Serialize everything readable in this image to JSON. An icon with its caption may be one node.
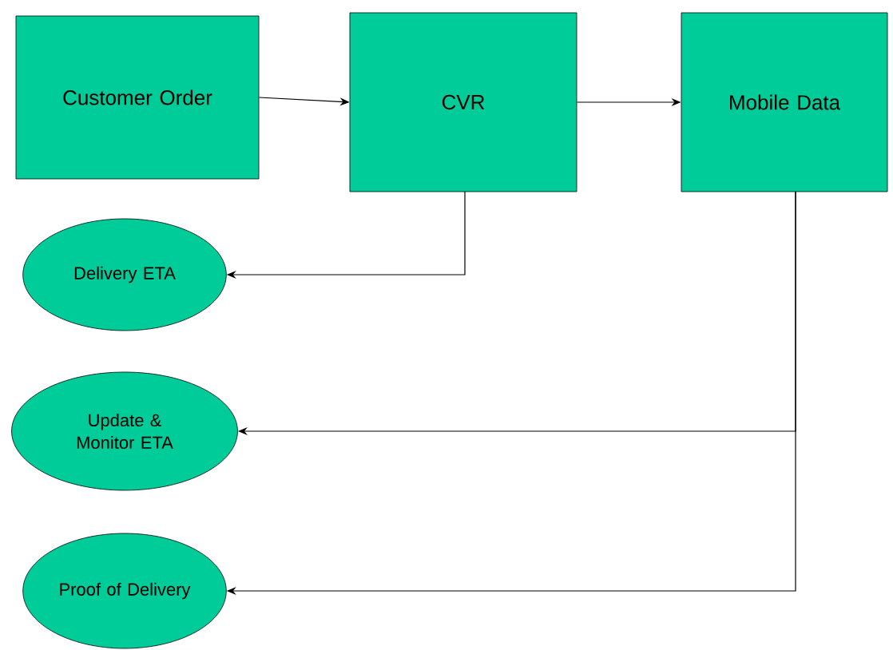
{
  "diagram": {
    "nodes": [
      {
        "text": [
          "Customer Order"
        ]
      },
      {
        "text": [
          "CVR"
        ]
      },
      {
        "text": [
          "Mobile Data"
        ]
      },
      {
        "text": [
          "Delivery ETA"
        ]
      },
      {
        "text": [
          "Update & Monitor ETA"
        ]
      },
      {
        "text": [
          "Proof of Delivery"
        ]
      }
    ],
    "edges": [
      {
        "from": 0,
        "to": 1,
        "arrow": "to"
      },
      {
        "from": 1,
        "to": 2,
        "arrow": "to"
      },
      {
        "from": 1,
        "to": 3,
        "arrow": "to"
      },
      {
        "from": 2,
        "to": 4,
        "arrow": "to"
      },
      {
        "from": 2,
        "to": 5,
        "arrow": "to"
      }
    ]
  }
}
